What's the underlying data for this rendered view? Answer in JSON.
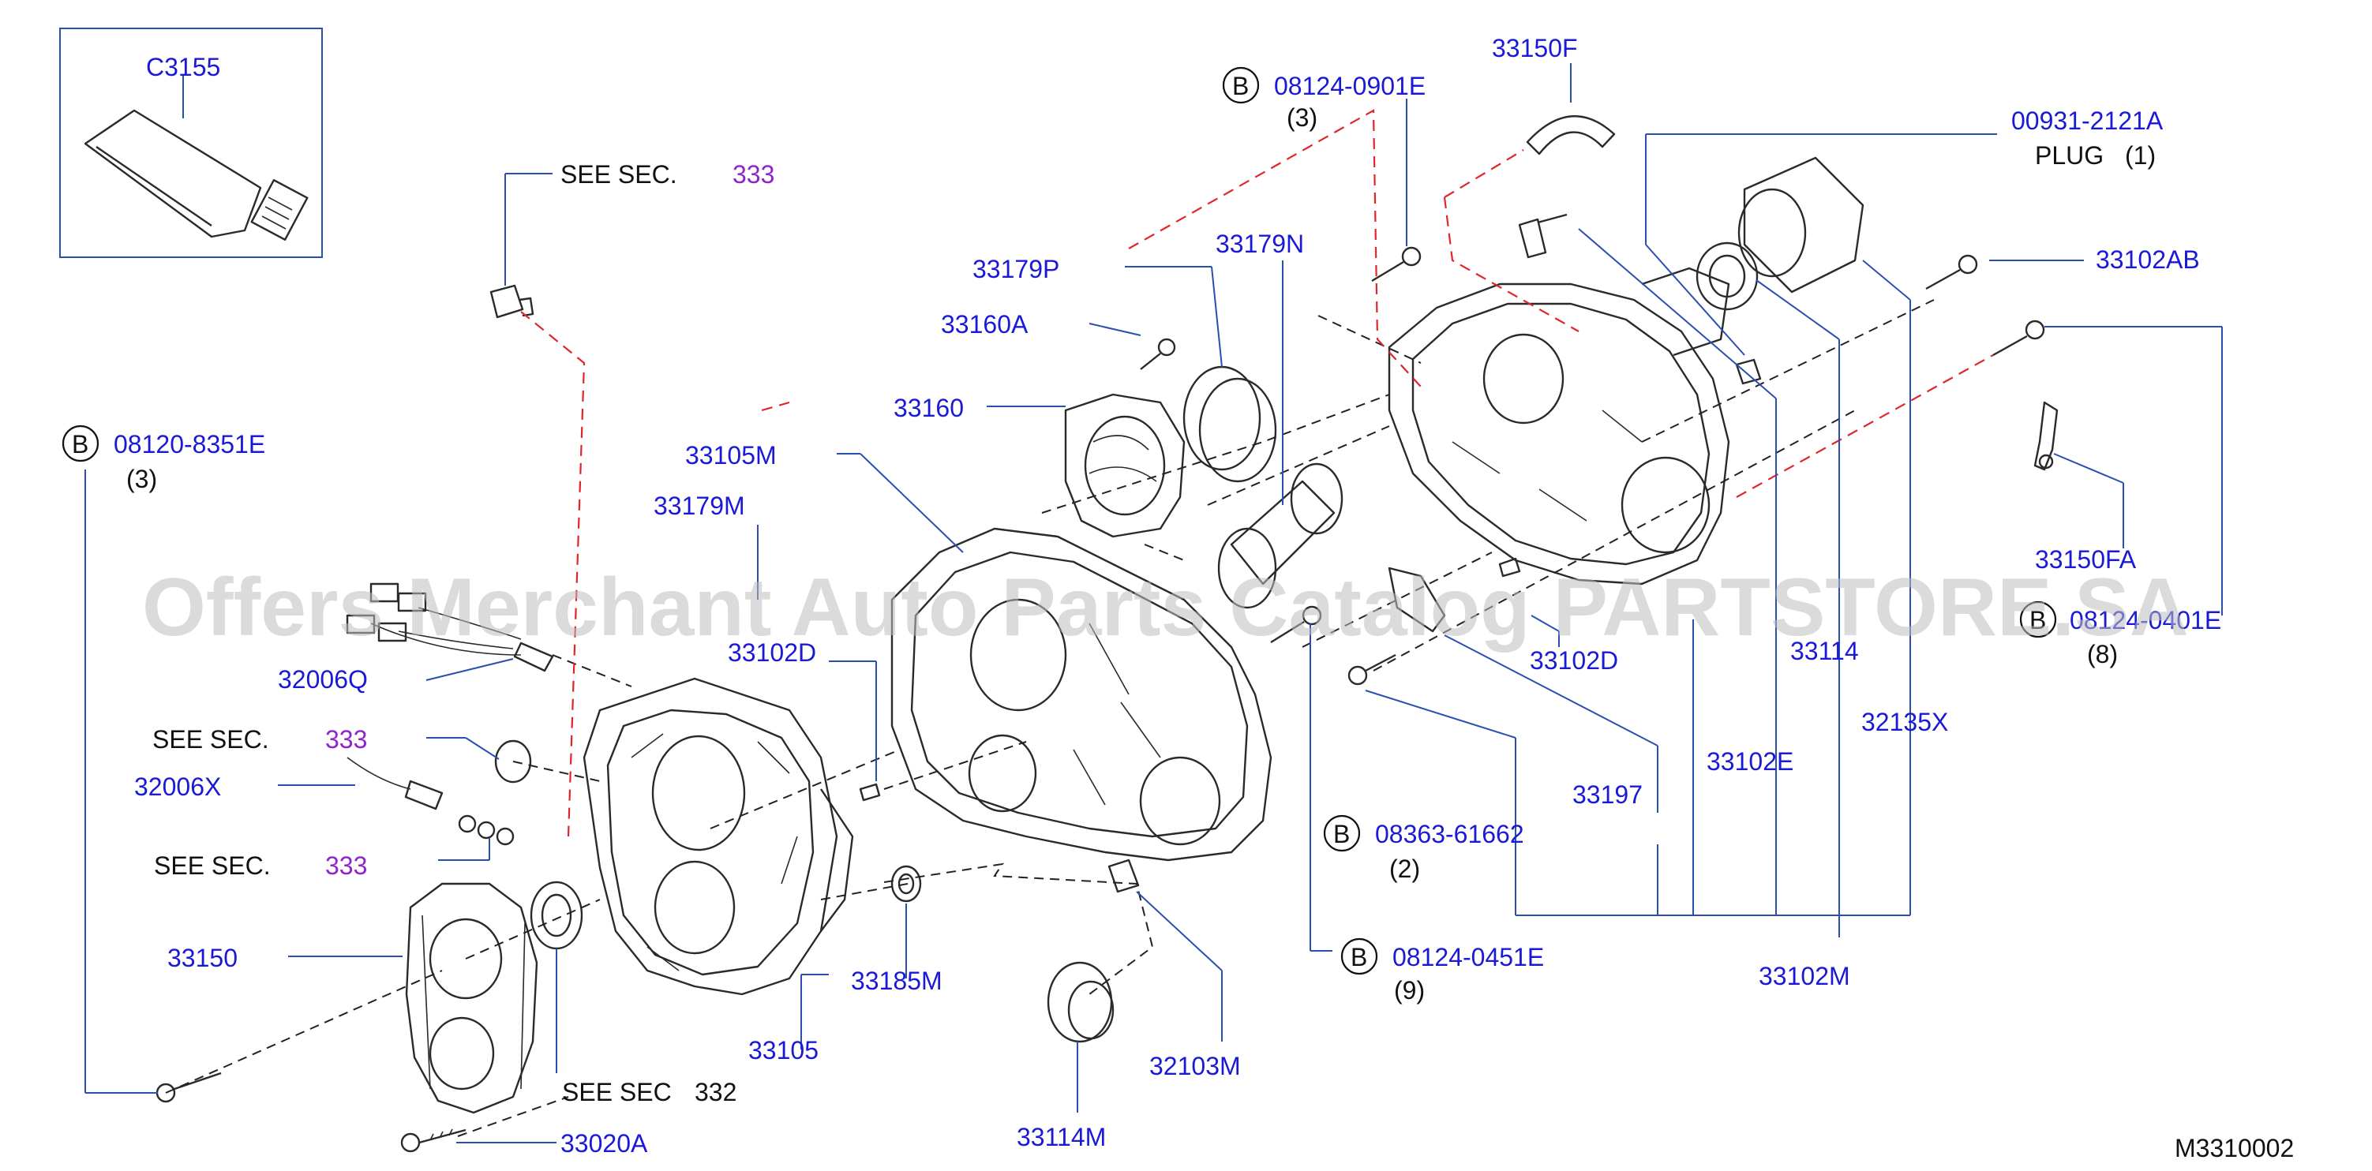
{
  "diagram_code": "M3310002",
  "watermark": "Offers Merchant Auto Parts Catalog PARTSTORE.SA",
  "bolt_marker": "B",
  "inset_label": "C3155",
  "see_section": [
    {
      "prefix": "SEE  SEC.",
      "number": "333"
    },
    {
      "prefix": "SEE  SEC.",
      "number": "333"
    },
    {
      "prefix": "SEE  SEC.",
      "number": "333"
    },
    {
      "prefix": "SEE  SEC",
      "number": "332"
    }
  ],
  "bolt_callouts": [
    {
      "part": "08124-0901E",
      "qty": "(3)"
    },
    {
      "part": "08120-8351E",
      "qty": "(3)"
    },
    {
      "part": "08363-61662",
      "qty": "(2)"
    },
    {
      "part": "08124-0451E",
      "qty": "(9)"
    },
    {
      "part": "08124-0401E",
      "qty": "(8)"
    }
  ],
  "plug_callout": {
    "part": "00931-2121A",
    "desc": "PLUG",
    "qty": "(1)"
  },
  "part_labels": [
    "33150F",
    "33179P",
    "33179N",
    "33160A",
    "33160",
    "33105M",
    "33179M",
    "32006Q",
    "32006X",
    "33102D",
    "33102D",
    "33150",
    "33105",
    "33185M",
    "33020A",
    "33114M",
    "32103M",
    "33197",
    "33102E",
    "33114",
    "32135X",
    "33102AB",
    "33150FA",
    "33102M"
  ]
}
